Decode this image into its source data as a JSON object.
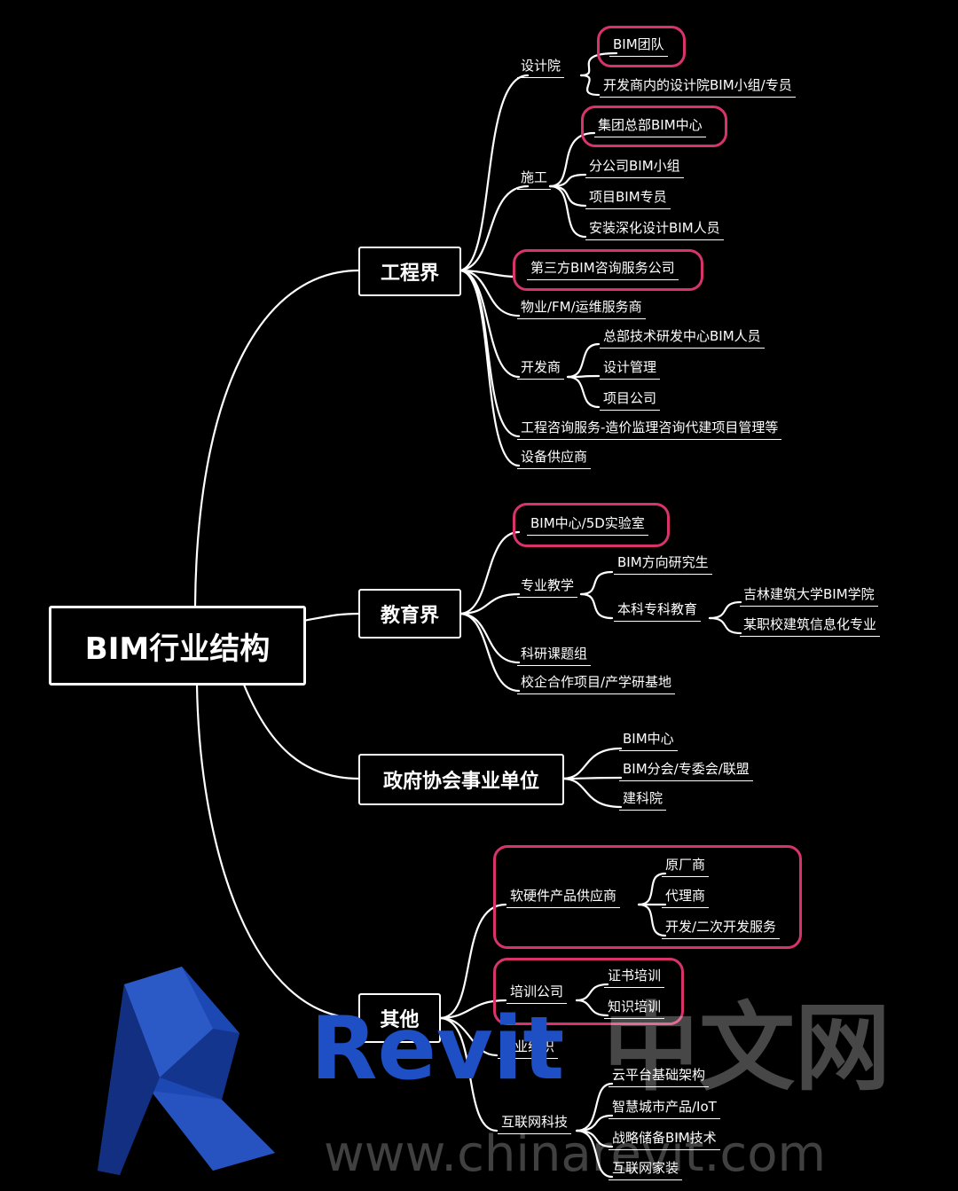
{
  "root": "BIM行业结构",
  "categories": {
    "engineering": "工程界",
    "education": "教育界",
    "government": "政府协会事业单位",
    "other": "其他"
  },
  "engineering": {
    "design_institute": "设计院",
    "bim_team": "BIM团队",
    "developer_design_bim": "开发商内的设计院BIM小组/专员",
    "construction": "施工",
    "group_hq_bim": "集团总部BIM中心",
    "branch_bim": "分公司BIM小组",
    "project_bim": "项目BIM专员",
    "install_bim": "安装深化设计BIM人员",
    "third_party": "第三方BIM咨询服务公司",
    "property_fm": "物业/FM/运维服务商",
    "developer": "开发商",
    "hq_tech_bim": "总部技术研发中心BIM人员",
    "design_mgmt": "设计管理",
    "project_company": "项目公司",
    "consulting": "工程咨询服务-造价监理咨询代建项目管理等",
    "equipment": "设备供应商"
  },
  "education": {
    "lab": "BIM中心/5D实验室",
    "teaching": "专业教学",
    "postgrad": "BIM方向研究生",
    "undergrad": "本科专科教育",
    "jilin": "吉林建筑大学BIM学院",
    "vocational": "某职校建筑信息化专业",
    "research": "科研课题组",
    "industry_base": "校企合作项目/产学研基地"
  },
  "government": {
    "bim_center": "BIM中心",
    "bim_branch": "BIM分会/专委会/联盟",
    "research_institute": "建科院"
  },
  "other": {
    "software": "软硬件产品供应商",
    "vendor": "原厂商",
    "agent": "代理商",
    "dev_service": "开发/二次开发服务",
    "training": "培训公司",
    "cert_training": "证书培训",
    "knowledge_training": "知识培训",
    "industry_org": "行业组织",
    "internet": "互联网科技",
    "cloud": "云平台基础架构",
    "smart_city": "智慧城市产品/IoT",
    "strategic_bim": "战略储备BIM技术",
    "home_decor": "互联网家装"
  },
  "watermark": {
    "brand_latin": "Revit",
    "brand_cn": "中文网",
    "url": "www.chinarevit.com"
  },
  "colors": {
    "background": "#000000",
    "line": "#ffffff",
    "highlight": "#d8336b",
    "watermark_blue": "#1f4fc4"
  }
}
